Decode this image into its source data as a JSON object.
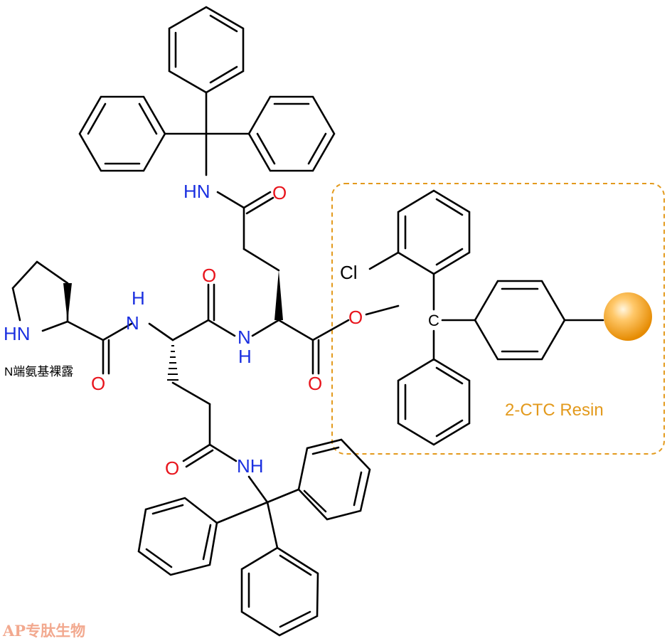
{
  "atoms": {
    "nh_pro": "HN",
    "nh_top": "H",
    "n_top_ring": "N",
    "o_upper": "O",
    "o_pro": "O",
    "nh_mid": "N",
    "h_mid": "H",
    "o_sidechain_top": "O",
    "hn_top_trityl": "HN",
    "o_ester": "O",
    "o_carbonyl": "O",
    "cl": "Cl",
    "c_center": "C",
    "o_sidechain_bottom": "O",
    "nh_bottom": "NH"
  },
  "labels": {
    "n_terminus": "N端氨基裸露",
    "resin": "2-CTC Resin"
  },
  "watermark": "AP专肽生物",
  "colors": {
    "oxygen": "#e8141c",
    "nitrogen": "#1a2fe0",
    "resin": "#e39a1d",
    "bead": "#f5a623"
  }
}
